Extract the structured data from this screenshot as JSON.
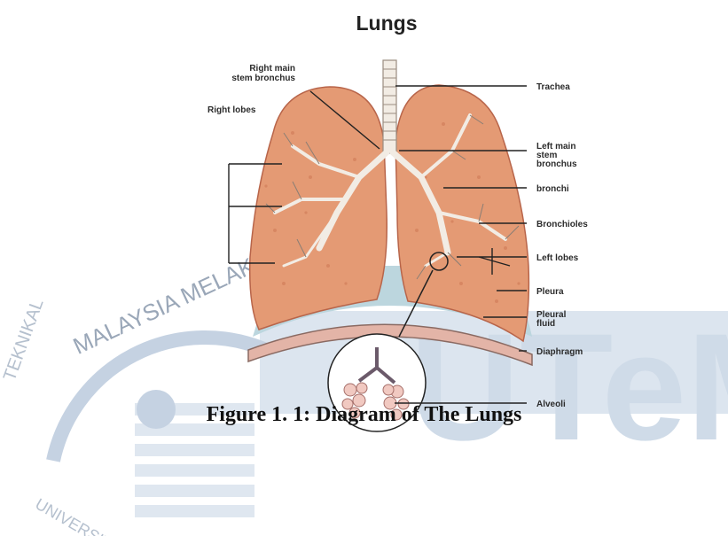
{
  "title": "Lungs",
  "caption": "Figure 1. 1: Diagram of The Lungs",
  "watermark": {
    "letters": "UTeM",
    "seal_arc_text": "MALAYSIA MELAKA",
    "seal_left_text": "TEKNIKAL",
    "seal_bottom_text": "UNIVERSITI",
    "color": "#d8e3ef"
  },
  "labels": {
    "right_main_stem_bronchus_1": "Right main",
    "right_main_stem_bronchus_2": "stem bronchus",
    "right_lobes": "Right lobes",
    "trachea": "Trachea",
    "left_main_1": "Left main",
    "left_main_2": "stem",
    "left_main_3": "bronchus",
    "bronchi": "bronchi",
    "bronchioles": "Bronchioles",
    "left_lobes": "Left lobes",
    "pleura": "Pleura",
    "pleural_fluid_1": "Pleural",
    "pleural_fluid_2": "fluid",
    "diaphragm": "Diaphragm",
    "alveoli": "Alveoli"
  },
  "colors": {
    "lung": "#e49a74",
    "lung_dark": "#c9704d",
    "pleura": "#bcd6de",
    "diaphragm": "#e6b8ac",
    "airway": "#f2ece4"
  }
}
